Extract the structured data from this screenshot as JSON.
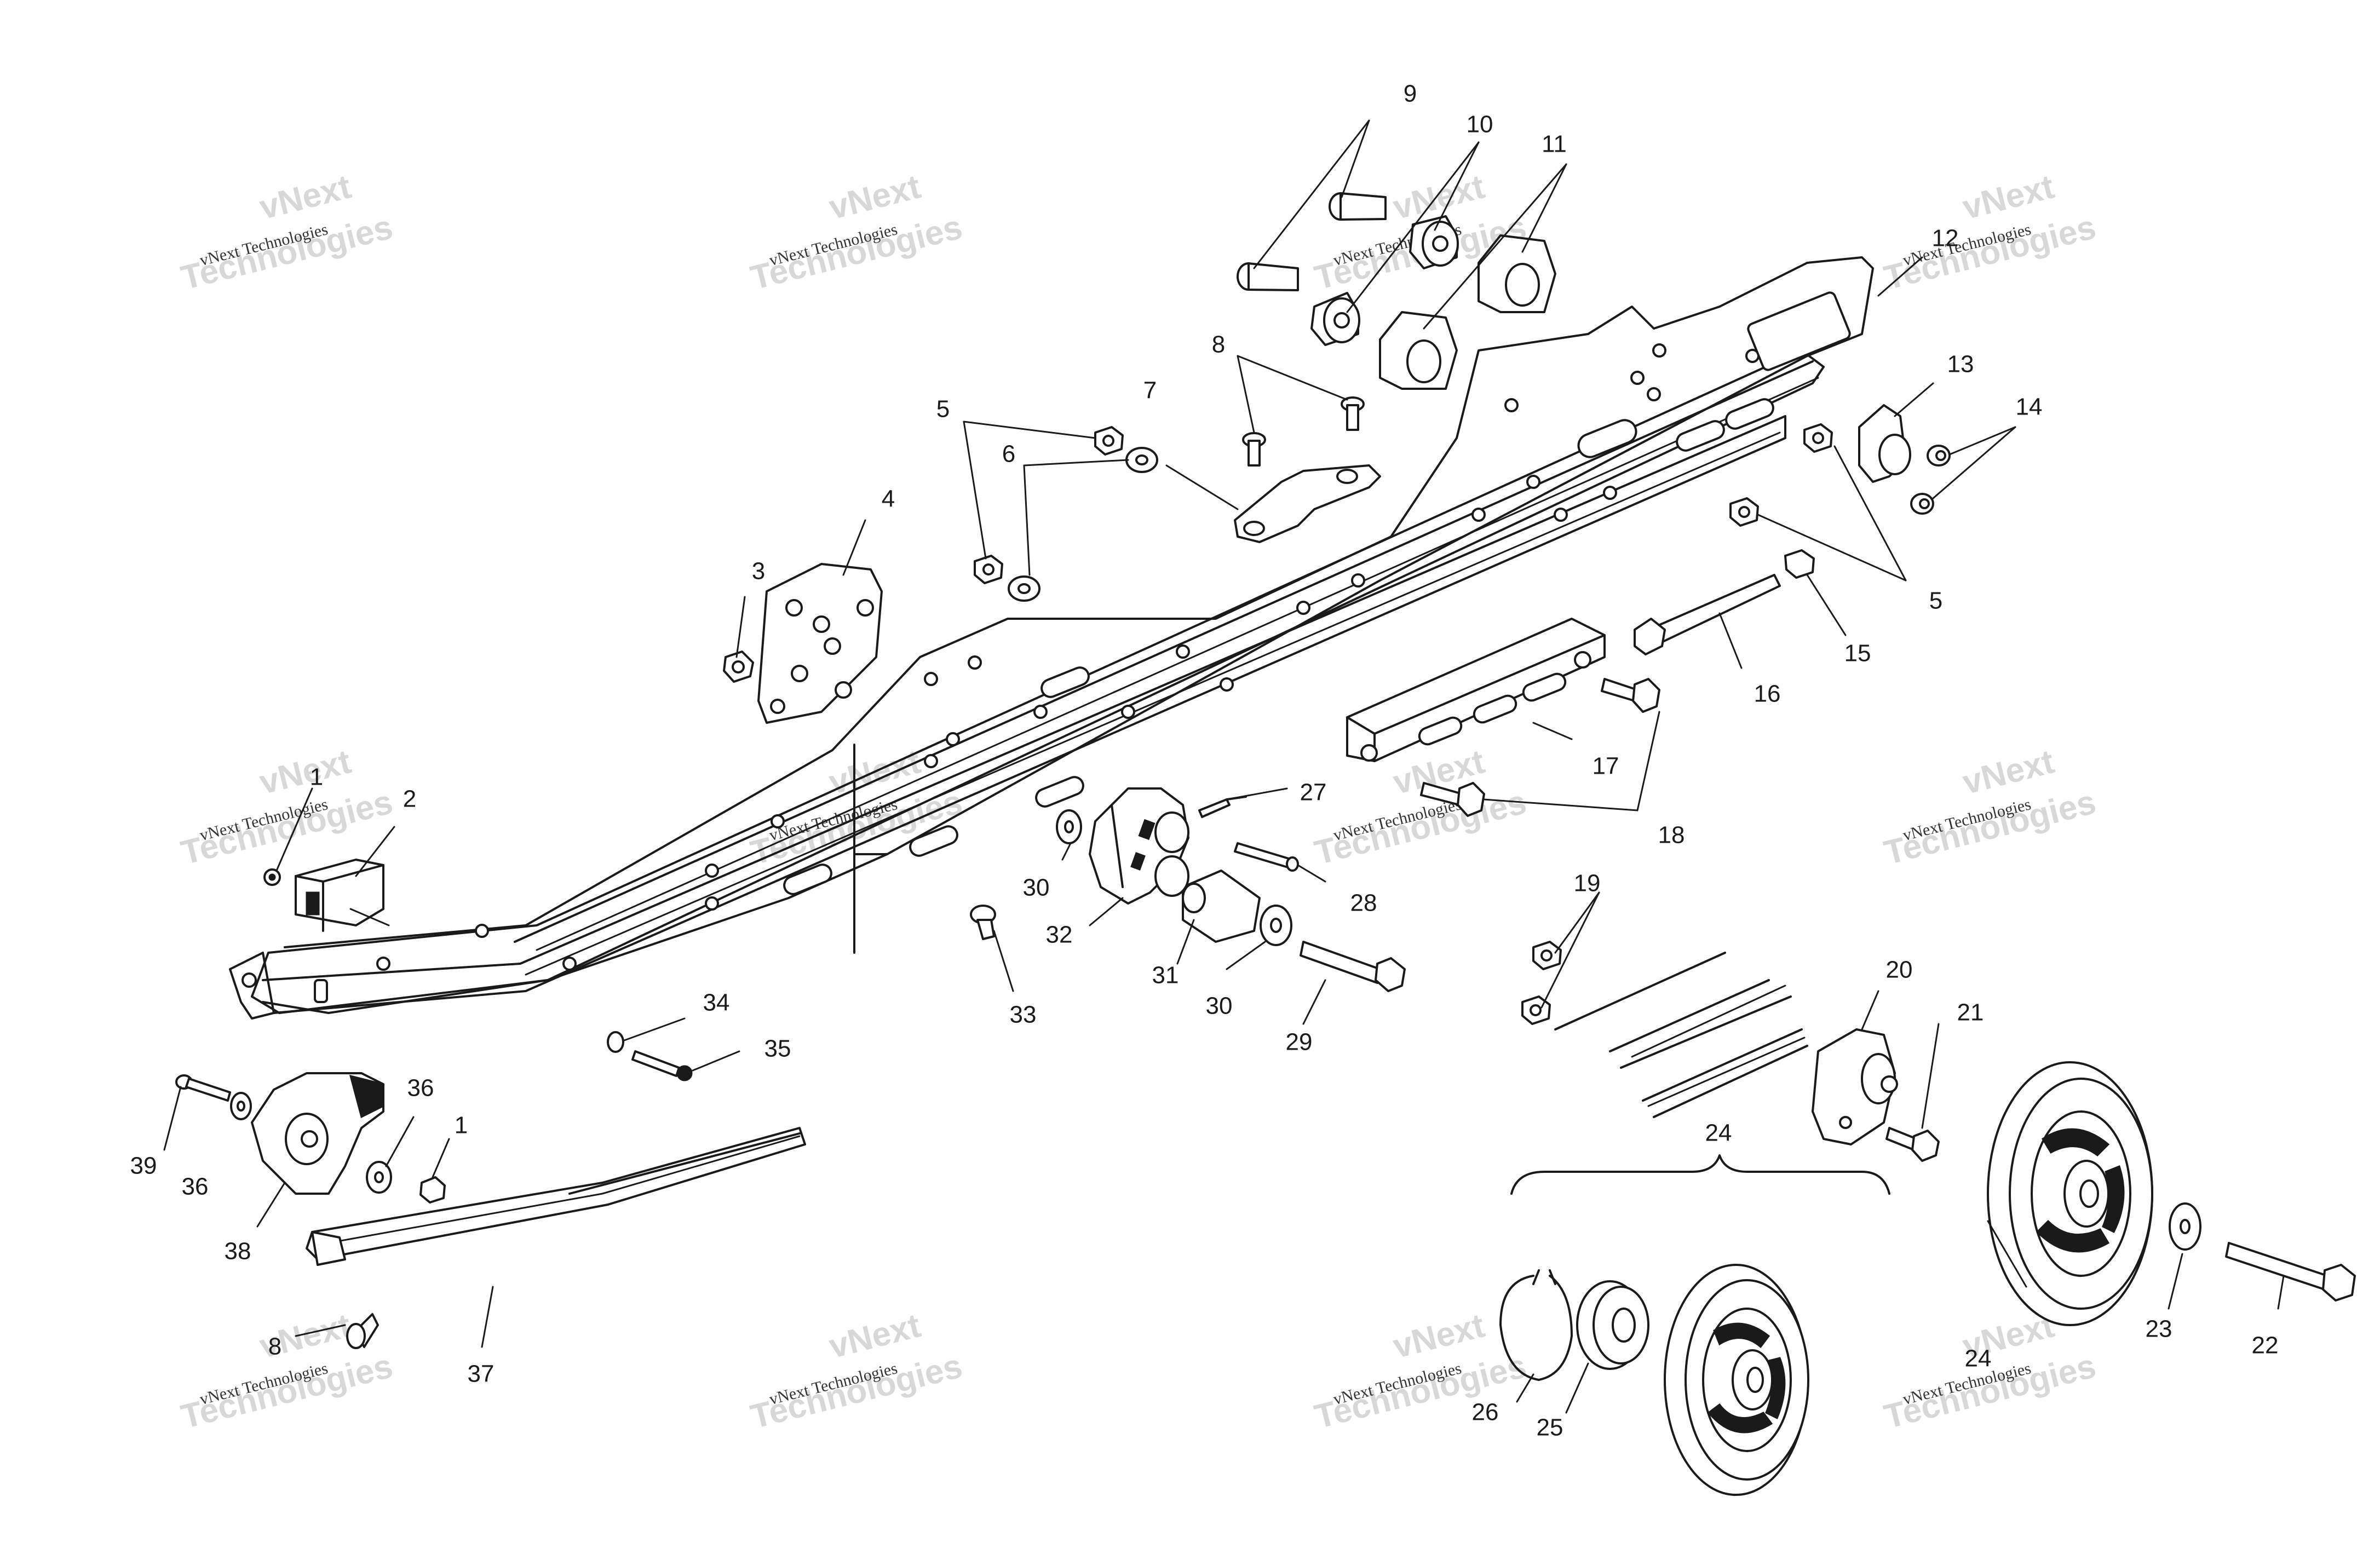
{
  "labels": {
    "l1a": "1",
    "l1b": "1",
    "l2": "2",
    "l3": "3",
    "l4": "4",
    "l5a": "5",
    "l5b": "5",
    "l6": "6",
    "l7": "7",
    "l8a": "8",
    "l8b": "8",
    "l9": "9",
    "l10": "10",
    "l11": "11",
    "l12": "12",
    "l13": "13",
    "l14": "14",
    "l15": "15",
    "l16": "16",
    "l17": "17",
    "l18": "18",
    "l19": "19",
    "l20": "20",
    "l21": "21",
    "l22": "22",
    "l23": "23",
    "l24a": "24",
    "l24b": "24",
    "l25": "25",
    "l26": "26",
    "l27": "27",
    "l28": "28",
    "l29": "29",
    "l30a": "30",
    "l30b": "30",
    "l31": "31",
    "l32": "32",
    "l33": "33",
    "l34": "34",
    "l35": "35",
    "l36a": "36",
    "l36b": "36",
    "l37": "37",
    "l38": "38",
    "l39": "39"
  },
  "watermark": {
    "line1": "vNext Technologies",
    "line2": "vNext",
    "line3": "Technologies"
  },
  "colors": {
    "line": "#1a1a1a",
    "background": "#ffffff",
    "watermark": "#d8d8d8"
  }
}
